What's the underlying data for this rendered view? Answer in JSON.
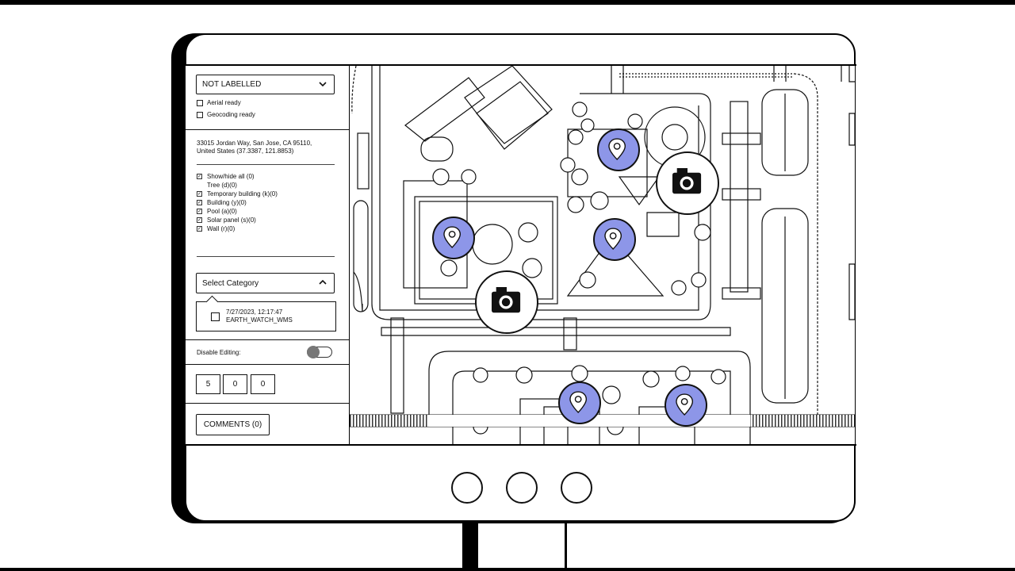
{
  "sidebar": {
    "label_dropdown": "NOT LABELLED",
    "aerial_ready": "Aerial ready",
    "geocoding_ready": "Geocoding ready",
    "address_line1": "33015 Jordan Way, San Jose, CA 95110,",
    "address_line2": "United States (37.3387, 121.8853)",
    "layers": [
      {
        "label": "Show/hide all (0)",
        "checked": true
      },
      {
        "label": "Tree (d)(0)",
        "checked": false
      },
      {
        "label": "Temporary building (k)(0)",
        "checked": true
      },
      {
        "label": "Building (y)(0)",
        "checked": true
      },
      {
        "label": "Pool (a)(0)",
        "checked": true
      },
      {
        "label": "Solar panel (s)(0)",
        "checked": true
      },
      {
        "label": "Wall (r)(0)",
        "checked": true
      }
    ],
    "category_dropdown": "Select Category",
    "category_item_date": "7/27/2023, 12:17:47",
    "category_item_name": "EARTH_WATCH_WMS",
    "disable_editing": "Disable Editing:",
    "counters": [
      "5",
      "0",
      "0"
    ],
    "comments_button": "COMMENTS (0)"
  },
  "colors": {
    "pin_fill": "#8d96e8",
    "outline": "#111111"
  },
  "icons": {
    "pin": "map-pin-icon",
    "camera": "camera-icon"
  }
}
